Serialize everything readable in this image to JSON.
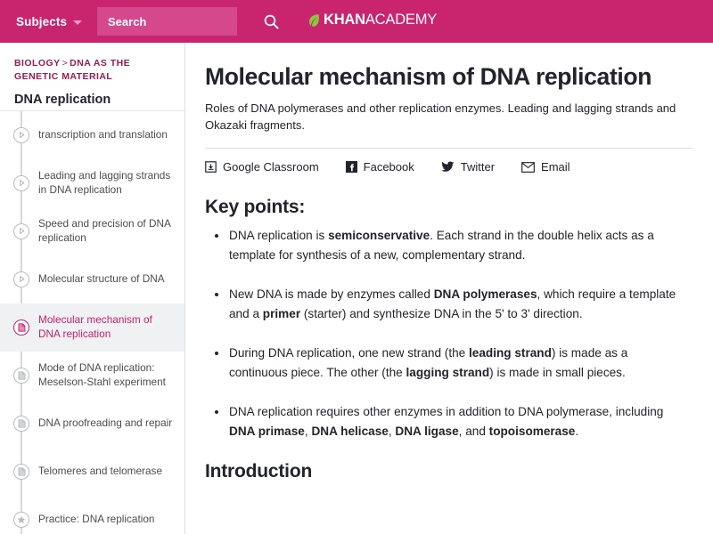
{
  "header": {
    "subjects_label": "Subjects",
    "search_placeholder": "Search",
    "search_value": "",
    "logo_khan": "KHAN",
    "logo_academy": "ACADEMY",
    "background_color": "#c9256f",
    "search_background_color": "#d6488c",
    "leaf_color": "#8cc63e"
  },
  "sidebar": {
    "breadcrumb": {
      "parent": "BIOLOGY",
      "separator": ">",
      "child": "DNA AS THE GENETIC MATERIAL"
    },
    "tutorial_title": "DNA replication",
    "accent_color": "#c2246d",
    "items": [
      {
        "label": "transcription and translation",
        "icon": "video-play-icon",
        "active": false
      },
      {
        "label": "Leading and lagging strands in DNA replication",
        "icon": "video-play-icon",
        "active": false
      },
      {
        "label": "Speed and precision of DNA replication",
        "icon": "video-play-icon",
        "active": false
      },
      {
        "label": "Molecular structure of DNA",
        "icon": "video-play-icon",
        "active": false
      },
      {
        "label": "Molecular mechanism of DNA replication",
        "icon": "article-icon",
        "active": true
      },
      {
        "label": "Mode of DNA replication: Meselson-Stahl experiment",
        "icon": "article-icon",
        "active": false
      },
      {
        "label": "DNA proofreading and repair",
        "icon": "article-icon",
        "active": false
      },
      {
        "label": "Telomeres and telomerase",
        "icon": "article-icon",
        "active": false
      },
      {
        "label": "Practice: DNA replication",
        "icon": "star-icon",
        "active": false
      }
    ]
  },
  "main": {
    "title": "Molecular mechanism of DNA replication",
    "description": "Roles of DNA polymerases and other replication enzymes. Leading and lagging strands and Okazaki fragments.",
    "share": [
      {
        "label": "Google Classroom",
        "icon": "google-classroom-icon"
      },
      {
        "label": "Facebook",
        "icon": "facebook-icon"
      },
      {
        "label": "Twitter",
        "icon": "twitter-icon"
      },
      {
        "label": "Email",
        "icon": "email-icon"
      }
    ],
    "keypoints_heading": "Key points:",
    "keypoints": [
      "DNA replication is <b>semiconservative</b>. Each strand in the double helix acts as a template for synthesis of a new, complementary strand.",
      "New DNA is made by enzymes called <b>DNA polymerases</b>, which require a template and a <b>primer</b> (starter) and synthesize DNA in the 5' to 3' direction.",
      "During DNA replication, one new strand (the <b>leading strand</b>) is made as a continuous piece. The other (the <b>lagging strand</b>) is made in small pieces.",
      "DNA replication requires other enzymes in addition to DNA polymerase, including <b>DNA primase</b>, <b>DNA helicase</b>, <b>DNA ligase</b>, and <b>topoisomerase</b>."
    ],
    "intro_heading": "Introduction"
  }
}
